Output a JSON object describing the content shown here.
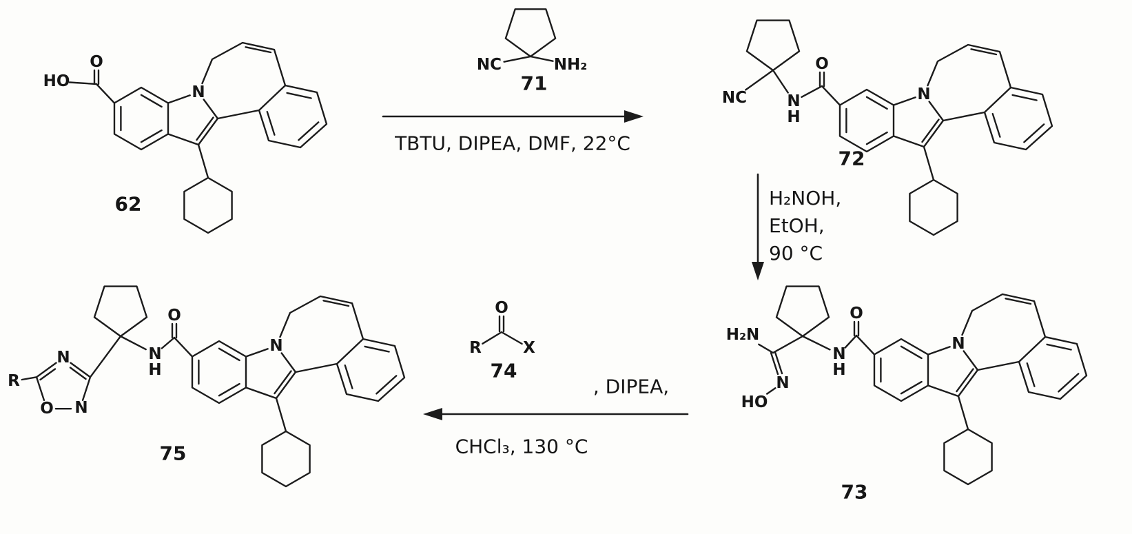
{
  "page": {
    "background": "#fdfdfb",
    "ink": "#1c1c1c"
  },
  "atoms": {
    "O": "O",
    "N": "N",
    "H": "H",
    "HO": "HO",
    "NC": "NC",
    "NH2": "NH₂",
    "H2N": "H₂N",
    "R": "R",
    "X": "X"
  },
  "labels": {
    "c62": "62",
    "c71": "71",
    "c72": "72",
    "c73": "73",
    "c74": "74",
    "c75": "75"
  },
  "conditions": {
    "step1": "TBTU, DIPEA, DMF, 22°C",
    "step2_line1": "H₂NOH,",
    "step2_line2": "EtOH,",
    "step2_line3": "90 °C",
    "step3_pre": ", DIPEA,",
    "step3_solvent": "CHCl₃, 130 °C"
  }
}
